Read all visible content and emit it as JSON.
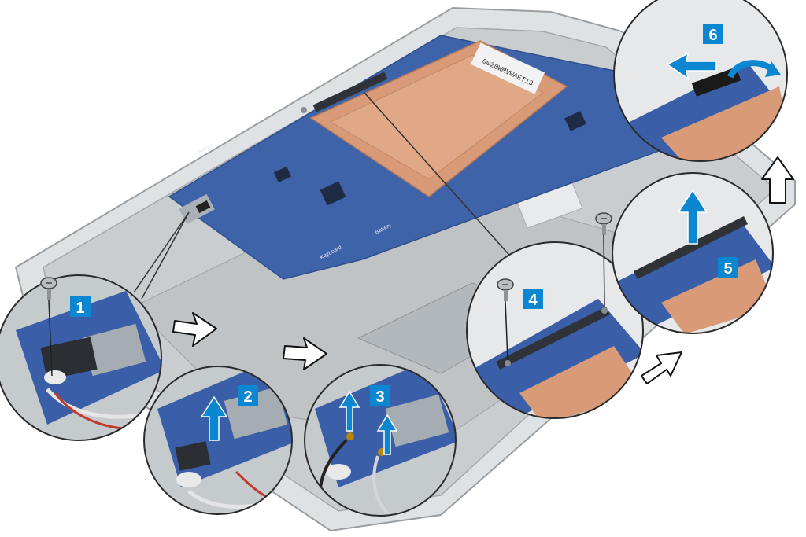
{
  "colors": {
    "step_badge": "#0b87d1",
    "step_text": "#ffffff",
    "board_blue": "#3a5fa8",
    "copper": "#d99a78",
    "chassis": "#c9cdd0",
    "callout_border": "#2b2b2b",
    "arrow_outline": "#111111"
  },
  "steps": [
    {
      "number": "1"
    },
    {
      "number": "2"
    },
    {
      "number": "3"
    },
    {
      "number": "4"
    },
    {
      "number": "5"
    },
    {
      "number": "6"
    }
  ],
  "board": {
    "silkscreen_battery": "Battery",
    "silkscreen_keyboard": "Keyboard",
    "silkscreen_sensor": "Sensor",
    "label_code": "0020WMVWAET13"
  },
  "icons": {
    "screw": "screw-icon",
    "lift_arrow": "lift-arrow-icon",
    "next_arrow": "next-step-arrow-icon",
    "rotate_arrow": "rotate-arrow-icon"
  }
}
